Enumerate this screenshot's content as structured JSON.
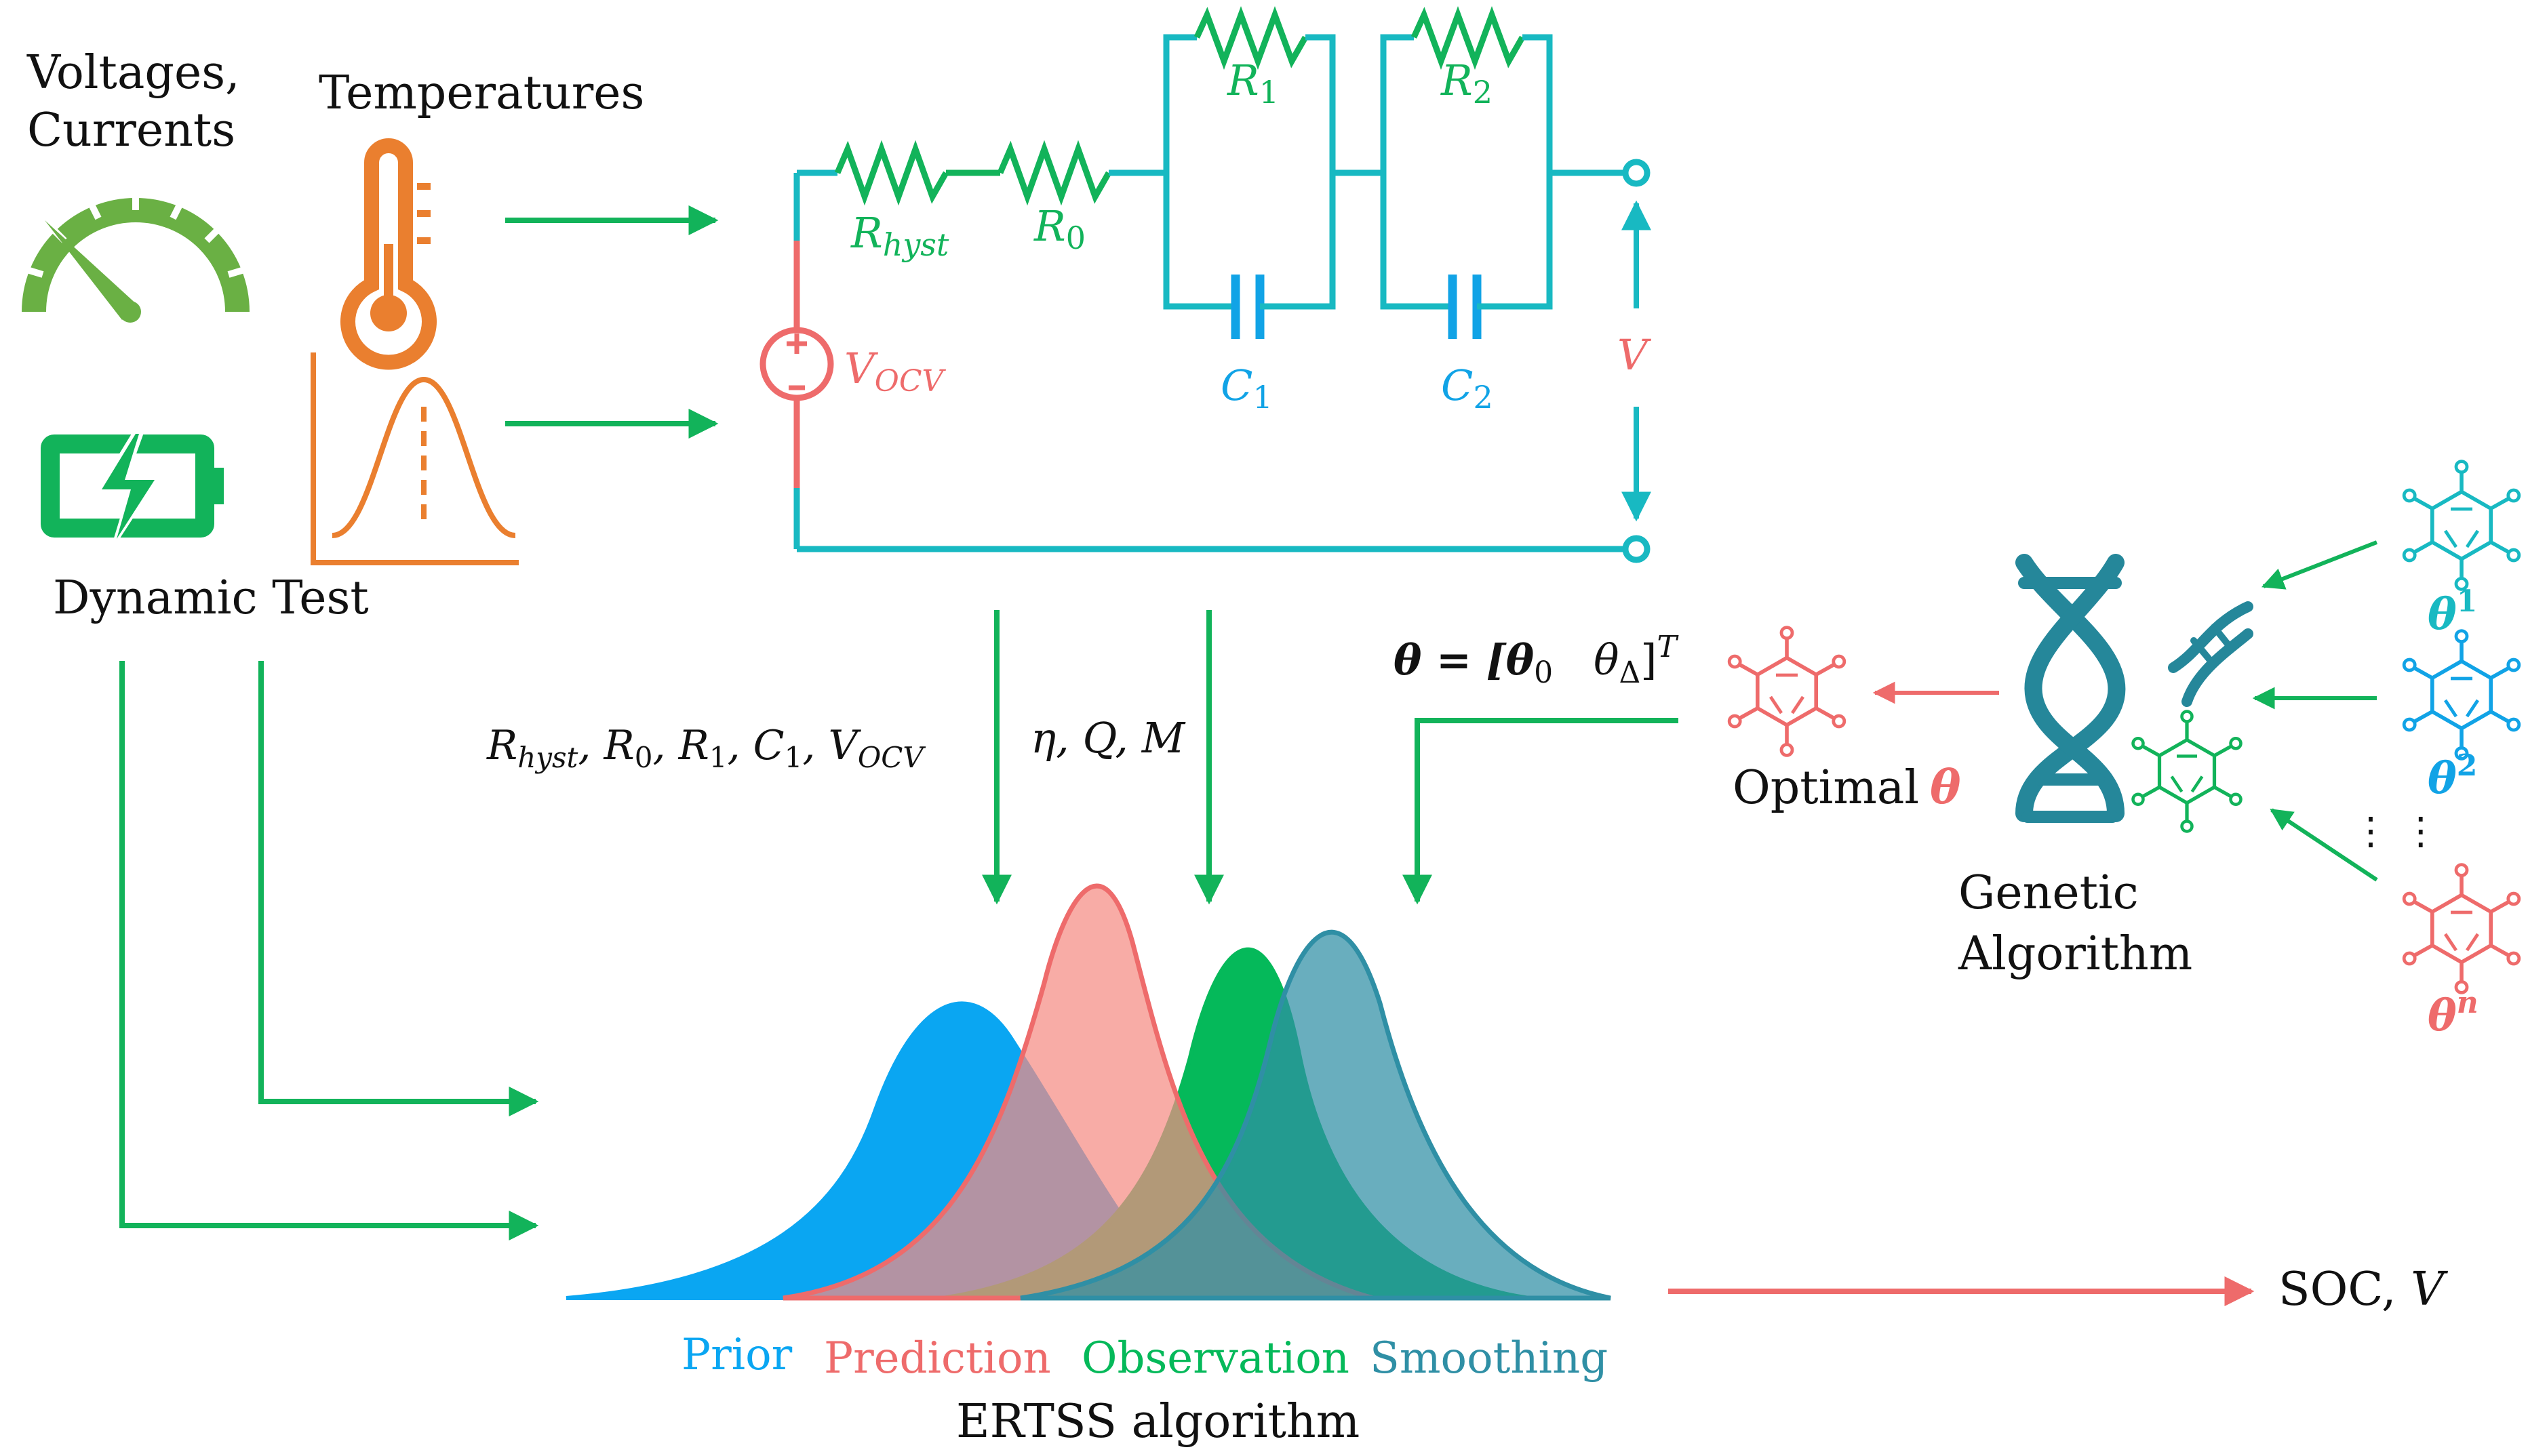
{
  "colors": {
    "green": "#12b35a",
    "teal": "#18b9c2",
    "cyan": "#11a3e6",
    "salmon": "#ee6b6b",
    "orange": "#ea7f2f",
    "gauge": "#6ab044",
    "dna": "#25879a",
    "prior": "#0aa6f2",
    "prediction": "#f58c84",
    "observation": "#05b95a",
    "smoothing": "#2f8fa5"
  },
  "inputs": {
    "voltages_label": "Voltages,",
    "currents_label": "Currents",
    "temperatures_label": "Temperatures",
    "dynamic_test_label": "Dynamic Test"
  },
  "circuit": {
    "r_hyst": "R",
    "r_hyst_sub": "hyst",
    "r0": "R",
    "r0_sub": "0",
    "r1": "R",
    "r1_sub": "1",
    "r2": "R",
    "r2_sub": "2",
    "c1": "C",
    "c1_sub": "1",
    "c2": "C",
    "c2_sub": "2",
    "vocv": "V",
    "vocv_sub": "OCV",
    "v": "V"
  },
  "params": {
    "list1_prefix": "R",
    "list1_sub_hyst": "hyst",
    "list1_rest": ", R",
    "list1_sub_0": "0",
    "list1_r1": ", R",
    "list1_sub_1": "1",
    "list1_c1": ", C",
    "list1_sub_c1": "1",
    "list1_v": ", V",
    "list1_sub_ocv": "OCV",
    "list2": "η, Q, M",
    "theta_eq": "θ = [θ",
    "theta_sub0": "0",
    "theta_mid": "θ",
    "theta_subdelta": "Δ",
    "theta_end": "]",
    "theta_sup": "T"
  },
  "ga": {
    "genetic": "Genetic",
    "algorithm": "Algorithm",
    "optimal_label": "Optimal",
    "optimal_theta": "θ",
    "theta_base": "θ",
    "theta1_sup": "1",
    "theta2_sup": "2",
    "thetan_sup": "n",
    "dots": "⋮   ⋮"
  },
  "distributions": {
    "prior": "Prior",
    "prediction": "Prediction",
    "observation": "Observation",
    "smoothing": "Smoothing",
    "caption": "ERTSS algorithm"
  },
  "output": {
    "soc": "SOC, ",
    "v": "V"
  },
  "icons": [
    "gauge-icon",
    "battery-charging-icon",
    "thermometer-icon",
    "bell-curve-icon",
    "dna-icon",
    "molecule-icon"
  ]
}
